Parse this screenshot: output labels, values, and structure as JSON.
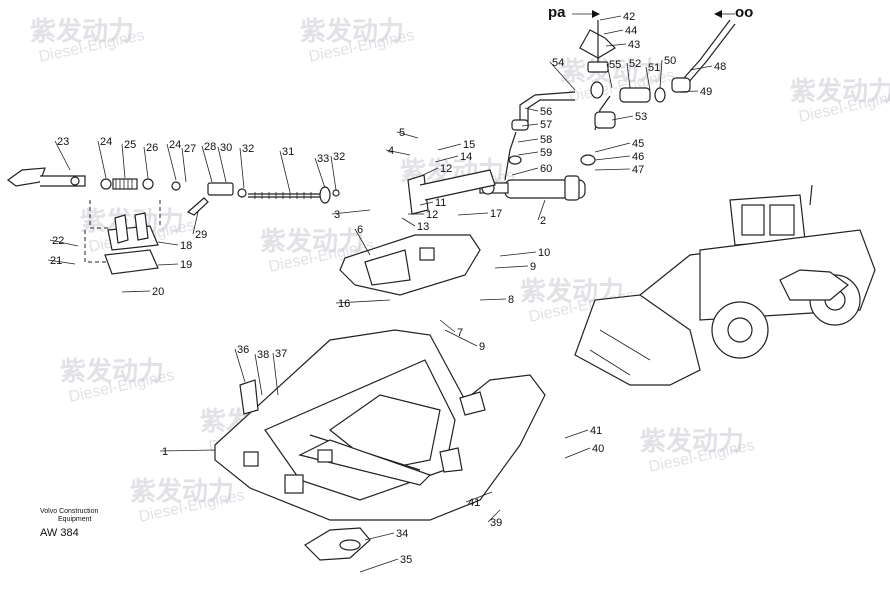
{
  "diagram": {
    "callouts": [
      "1",
      "2",
      "3",
      "4",
      "5",
      "6",
      "7",
      "8",
      "9",
      "9",
      "10",
      "11",
      "12",
      "12",
      "13",
      "14",
      "15",
      "16",
      "17",
      "18",
      "19",
      "20",
      "21",
      "22",
      "23",
      "24",
      "24",
      "25",
      "26",
      "27",
      "28",
      "29",
      "30",
      "31",
      "32",
      "32",
      "33",
      "34",
      "35",
      "36",
      "37",
      "38",
      "39",
      "40",
      "41",
      "41",
      "42",
      "43",
      "44",
      "45",
      "46",
      "47",
      "48",
      "49",
      "50",
      "51",
      "52",
      "53",
      "54",
      "55",
      "56",
      "57",
      "58",
      "59",
      "60"
    ],
    "markers": {
      "pa": "pa",
      "oo": "oo"
    },
    "watermark": {
      "brand": "紫发动力",
      "sub": "Diesel-Engines"
    }
  },
  "footer": {
    "line1": "Volvo Construction",
    "line2": "Equipment",
    "code": "AW 384"
  }
}
